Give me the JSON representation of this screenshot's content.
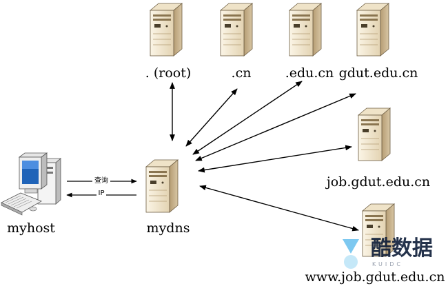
{
  "nodes": {
    "root": ". (root)",
    "cn": ".cn",
    "edu_cn": ".edu.cn",
    "gdut": "gdut.edu.cn",
    "job": "job.gdut.edu.cn",
    "www": "www.job.gdut.edu.cn",
    "myhost": "myhost",
    "mydns": "mydns"
  },
  "edges": {
    "query": "查询",
    "ip": "IP"
  },
  "watermark": {
    "text": "酷数据",
    "sub": "KUIDC"
  },
  "colors": {
    "server_front": "#f1e6cf",
    "server_side": "#c9b48f",
    "arrow": "#000000"
  },
  "icons": [
    "server-icon",
    "computer-icon"
  ]
}
